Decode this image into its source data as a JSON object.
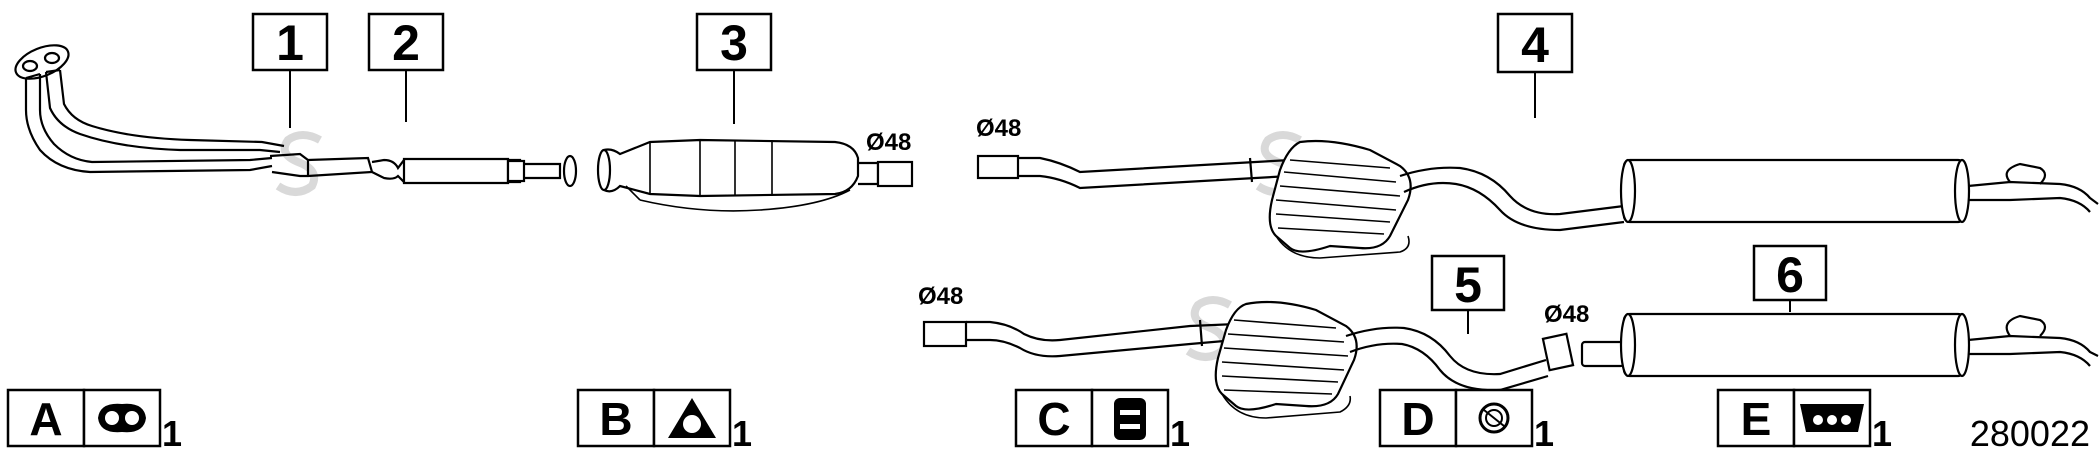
{
  "callouts": [
    {
      "number": "1"
    },
    {
      "number": "2"
    },
    {
      "number": "3"
    },
    {
      "number": "4"
    },
    {
      "number": "5"
    },
    {
      "number": "6"
    }
  ],
  "diameter_labels": [
    "Ø48",
    "Ø48",
    "Ø48",
    "Ø48"
  ],
  "accessories": [
    {
      "letter": "A",
      "quantity": "1",
      "icon": "gasket-two-hole-icon"
    },
    {
      "letter": "B",
      "quantity": "1",
      "icon": "gasket-triangle-icon"
    },
    {
      "letter": "C",
      "quantity": "1",
      "icon": "rubber-mount-icon"
    },
    {
      "letter": "D",
      "quantity": "1",
      "icon": "ring-icon"
    },
    {
      "letter": "E",
      "quantity": "1",
      "icon": "hanger-bracket-icon"
    }
  ],
  "reference_number": "280022"
}
